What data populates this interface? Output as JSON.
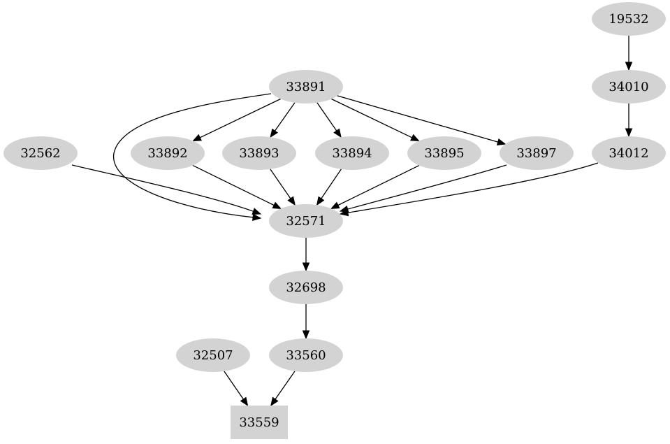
{
  "graph": {
    "nodes": [
      {
        "id": "19532",
        "label": "19532",
        "shape": "ellipse"
      },
      {
        "id": "34010",
        "label": "34010",
        "shape": "ellipse"
      },
      {
        "id": "33891",
        "label": "33891",
        "shape": "ellipse"
      },
      {
        "id": "32562",
        "label": "32562",
        "shape": "ellipse"
      },
      {
        "id": "33892",
        "label": "33892",
        "shape": "ellipse"
      },
      {
        "id": "33893",
        "label": "33893",
        "shape": "ellipse"
      },
      {
        "id": "33894",
        "label": "33894",
        "shape": "ellipse"
      },
      {
        "id": "33895",
        "label": "33895",
        "shape": "ellipse"
      },
      {
        "id": "33897",
        "label": "33897",
        "shape": "ellipse"
      },
      {
        "id": "34012",
        "label": "34012",
        "shape": "ellipse"
      },
      {
        "id": "32571",
        "label": "32571",
        "shape": "ellipse"
      },
      {
        "id": "32698",
        "label": "32698",
        "shape": "ellipse"
      },
      {
        "id": "32507",
        "label": "32507",
        "shape": "ellipse"
      },
      {
        "id": "33560",
        "label": "33560",
        "shape": "ellipse"
      },
      {
        "id": "33559",
        "label": "33559",
        "shape": "box"
      }
    ],
    "edges": [
      {
        "from": "19532",
        "to": "34010"
      },
      {
        "from": "34010",
        "to": "34012"
      },
      {
        "from": "33891",
        "to": "33892"
      },
      {
        "from": "33891",
        "to": "33893"
      },
      {
        "from": "33891",
        "to": "33894"
      },
      {
        "from": "33891",
        "to": "33895"
      },
      {
        "from": "33891",
        "to": "33897"
      },
      {
        "from": "33891",
        "to": "32571"
      },
      {
        "from": "32562",
        "to": "32571"
      },
      {
        "from": "33892",
        "to": "32571"
      },
      {
        "from": "33893",
        "to": "32571"
      },
      {
        "from": "33894",
        "to": "32571"
      },
      {
        "from": "33895",
        "to": "32571"
      },
      {
        "from": "33897",
        "to": "32571"
      },
      {
        "from": "34012",
        "to": "32571"
      },
      {
        "from": "32571",
        "to": "32698"
      },
      {
        "from": "32698",
        "to": "33560"
      },
      {
        "from": "32507",
        "to": "33559"
      },
      {
        "from": "33560",
        "to": "33559"
      }
    ],
    "colors": {
      "node_fill": "#d3d3d3",
      "edge": "#000000",
      "background": "#ffffff"
    }
  }
}
